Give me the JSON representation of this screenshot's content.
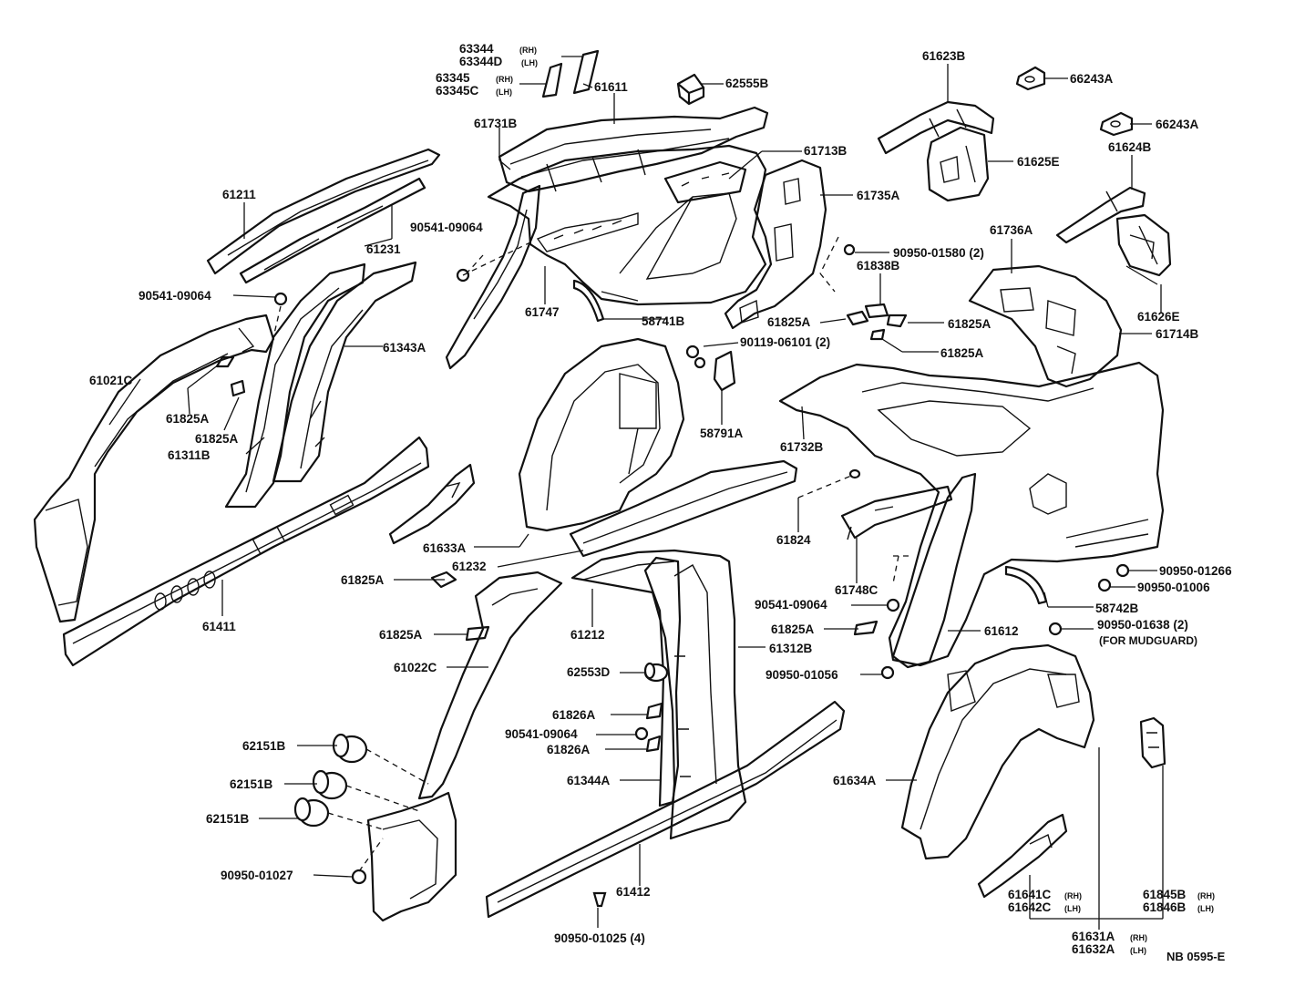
{
  "labels": {
    "p63344": "63344",
    "p63344_rh": "(RH)",
    "p63344d": "63344D",
    "p63344d_lh": "(LH)",
    "p63345": "63345",
    "p63345_rh": "(RH)",
    "p63345c": "63345C",
    "p63345c_lh": "(LH)",
    "p61611": "61611",
    "p62555b": "62555B",
    "p61623b": "61623B",
    "p66243a_1": "66243A",
    "p66243a_2": "66243A",
    "p61625e": "61625E",
    "p61624b": "61624B",
    "p61731b": "61731B",
    "p61713b": "61713B",
    "p61735a": "61735A",
    "p61211": "61211",
    "p61231": "61231",
    "p90541_09064_a": "90541-09064",
    "p90950_01580": "90950-01580 (2)",
    "p61736a": "61736A",
    "p61838b": "61838B",
    "p90541_09064_b": "90541-09064",
    "p61747": "61747",
    "p58741b": "58741B",
    "p61825a_1": "61825A",
    "p61825a_2": "61825A",
    "p61825a_3": "61825A",
    "p61626e": "61626E",
    "p61714b": "61714B",
    "p90119_06101": "90119-06101 (2)",
    "p61343a": "61343A",
    "p61021c": "61021C",
    "p61825a_4": "61825A",
    "p61825a_5": "61825A",
    "p61311b": "61311B",
    "p58791a": "58791A",
    "p61732b": "61732B",
    "p61824": "61824",
    "p61633a": "61633A",
    "p61232": "61232",
    "p61748c": "61748C",
    "p90950_01266": "90950-01266",
    "p90950_01006": "90950-01006",
    "p61825a_6": "61825A",
    "p90541_09064_c": "90541-09064",
    "p58742b": "58742B",
    "p61411": "61411",
    "p61212": "61212",
    "p61825a_7": "61825A",
    "p61825a_8": "61825A",
    "p90950_01638": "90950-01638 (2)",
    "for_mudguard": "(FOR MUDGUARD)",
    "p61612": "61612",
    "p61312b": "61312B",
    "p61022c": "61022C",
    "p62553d": "62553D",
    "p90950_01056": "90950-01056",
    "p61826a_1": "61826A",
    "p90541_09064_d": "90541-09064",
    "p61826a_2": "61826A",
    "p62151b_1": "62151B",
    "p62151b_2": "62151B",
    "p62151b_3": "62151B",
    "p61344a": "61344A",
    "p61634a": "61634A",
    "p90950_01027": "90950-01027",
    "p61412": "61412",
    "p61641c": "61641C",
    "p61641c_rh": "(RH)",
    "p61642c": "61642C",
    "p61642c_lh": "(LH)",
    "p61845b": "61845B",
    "p61845b_rh": "(RH)",
    "p61846b": "61846B",
    "p61846b_lh": "(LH)",
    "p90950_01025": "90950-01025 (4)",
    "p61631a": "61631A",
    "p61631a_rh": "(RH)",
    "p61632a": "61632A",
    "p61632a_lh": "(LH)",
    "diagram_code": "NB 0595-E"
  }
}
